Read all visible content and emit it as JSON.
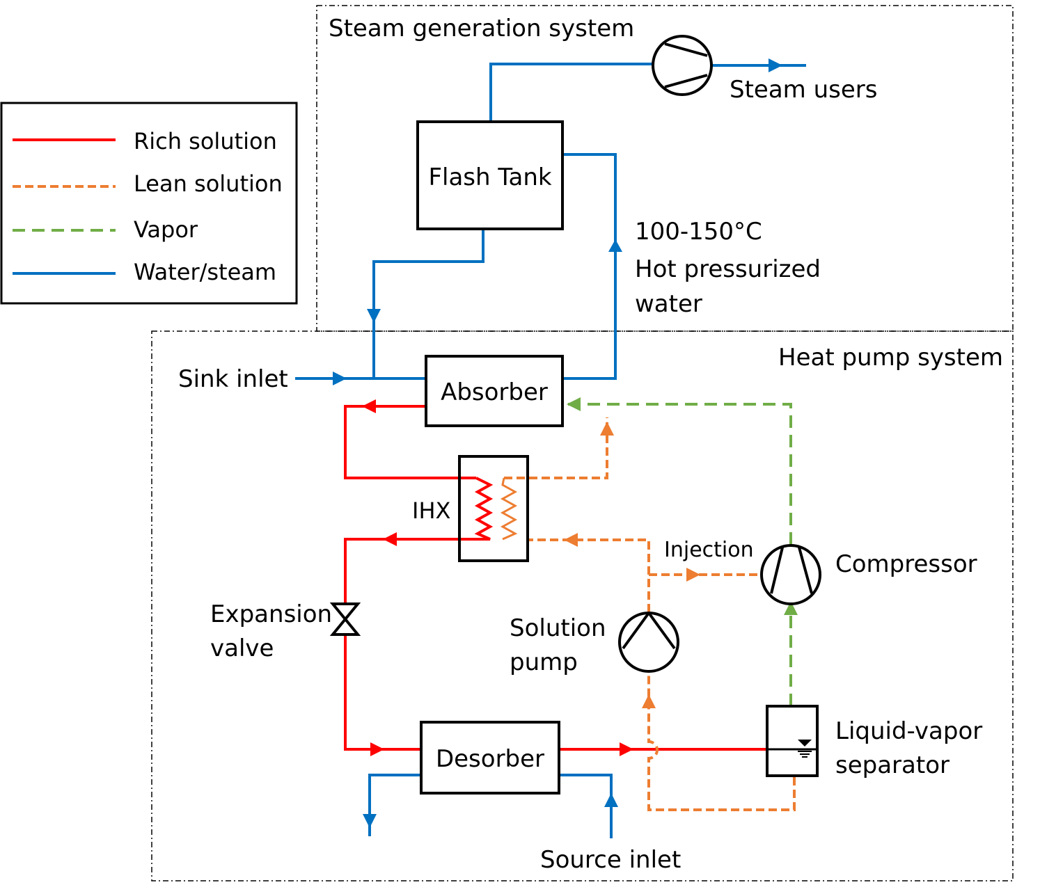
{
  "title": "Steam-generating absorption/compression heat pump process diagram",
  "colors": {
    "rich": "#ff0000",
    "lean": "#ed7d31",
    "vapor": "#70ad47",
    "water": "#0070c0",
    "outline": "#000000"
  },
  "legend": {
    "items": [
      {
        "label": "Rich solution",
        "style": "solid",
        "color": "#ff0000"
      },
      {
        "label": "Lean solution",
        "style": "dashed",
        "color": "#ed7d31"
      },
      {
        "label": "Vapor",
        "style": "long-dash",
        "color": "#70ad47"
      },
      {
        "label": "Water/steam",
        "style": "solid",
        "color": "#0070c0"
      }
    ]
  },
  "systems": {
    "steam": "Steam generation system",
    "heat_pump": "Heat pump system"
  },
  "components": {
    "flash_tank": "Flash Tank",
    "absorber": "Absorber",
    "desorber": "Desorber",
    "ihx": "IHX",
    "expansion_valve": [
      "Expansion",
      "valve"
    ],
    "solution_pump": [
      "Solution",
      "pump"
    ],
    "compressor": "Compressor",
    "separator": [
      "Liquid-vapor",
      "separator"
    ]
  },
  "labels": {
    "steam_users": "Steam users",
    "hot_water": [
      "100-150°C",
      "Hot pressurized",
      "water"
    ],
    "sink_inlet": "Sink inlet",
    "source_inlet": "Source inlet",
    "injection": "Injection"
  }
}
